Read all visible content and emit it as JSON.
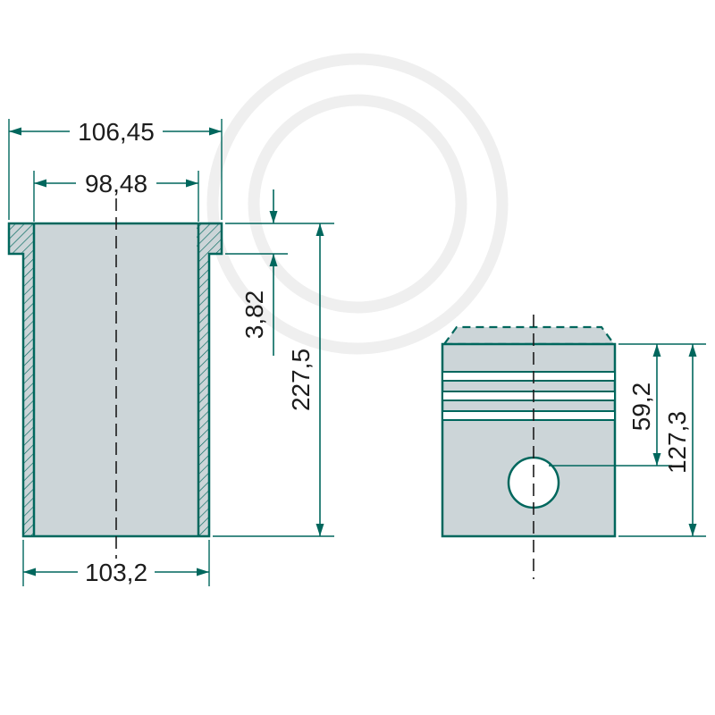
{
  "title": "Cylinder liner and piston technical drawing",
  "labels": {
    "liner_outer_width": "106,45",
    "liner_inner_width": "98,48",
    "liner_flange_height": "3,82",
    "liner_total_height": "227,5",
    "liner_bottom_width": "103,2",
    "piston_pin_distance": "59,2",
    "piston_total_height": "127,3"
  },
  "colors": {
    "line": "#00675d",
    "part_fill": "#ccd5d8",
    "text": "#1c1c1c",
    "background": "#ffffff",
    "watermark": "#efefef"
  }
}
